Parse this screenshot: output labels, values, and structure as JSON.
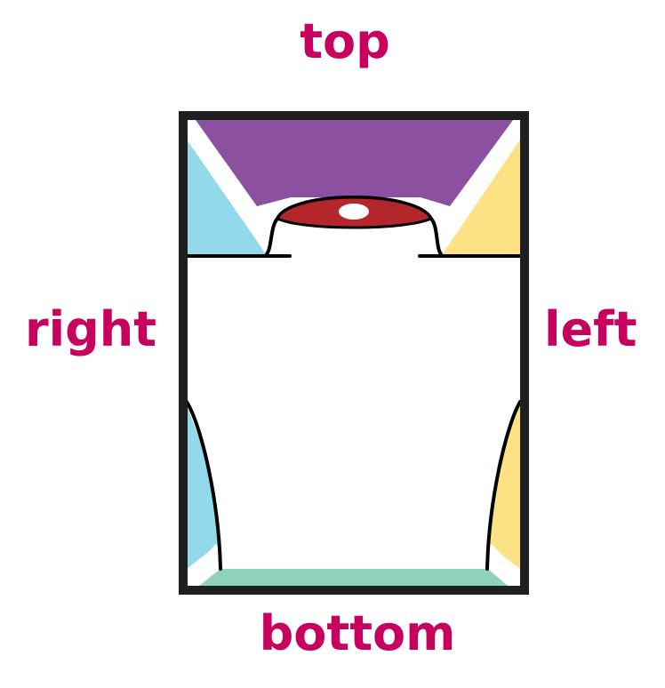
{
  "labels": {
    "top": "top",
    "right": "right",
    "left": "left",
    "bottom": "bottom"
  },
  "colors": {
    "label": "#c8005e",
    "top_region": "#8b50a0",
    "right_region": "#93d9ec",
    "left_region": "#fde283",
    "bottom_region": "#8ed3bb",
    "center_region": "#ffffff",
    "center_oval": "#b3262b",
    "highlight": "#ffffff",
    "frame": "#1f1f1f",
    "outline": "#000000"
  }
}
